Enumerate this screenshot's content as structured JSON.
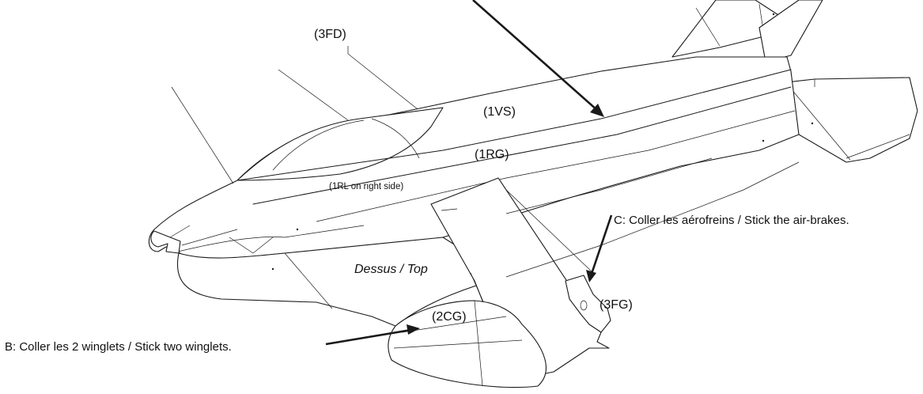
{
  "labels": {
    "part_3fd": "(3FD)",
    "part_1vs": "(1VS)",
    "part_1rg": "(1RG)",
    "part_1rl": "(1RL on right side)",
    "part_2cg": "(2CG)",
    "part_3fg": "(3FG)",
    "view": "Dessus / Top",
    "instruction_b": "B: Coller les 2 winglets / Stick two winglets.",
    "instruction_c": "C: Coller les aérofreins / Stick the air-brakes."
  }
}
